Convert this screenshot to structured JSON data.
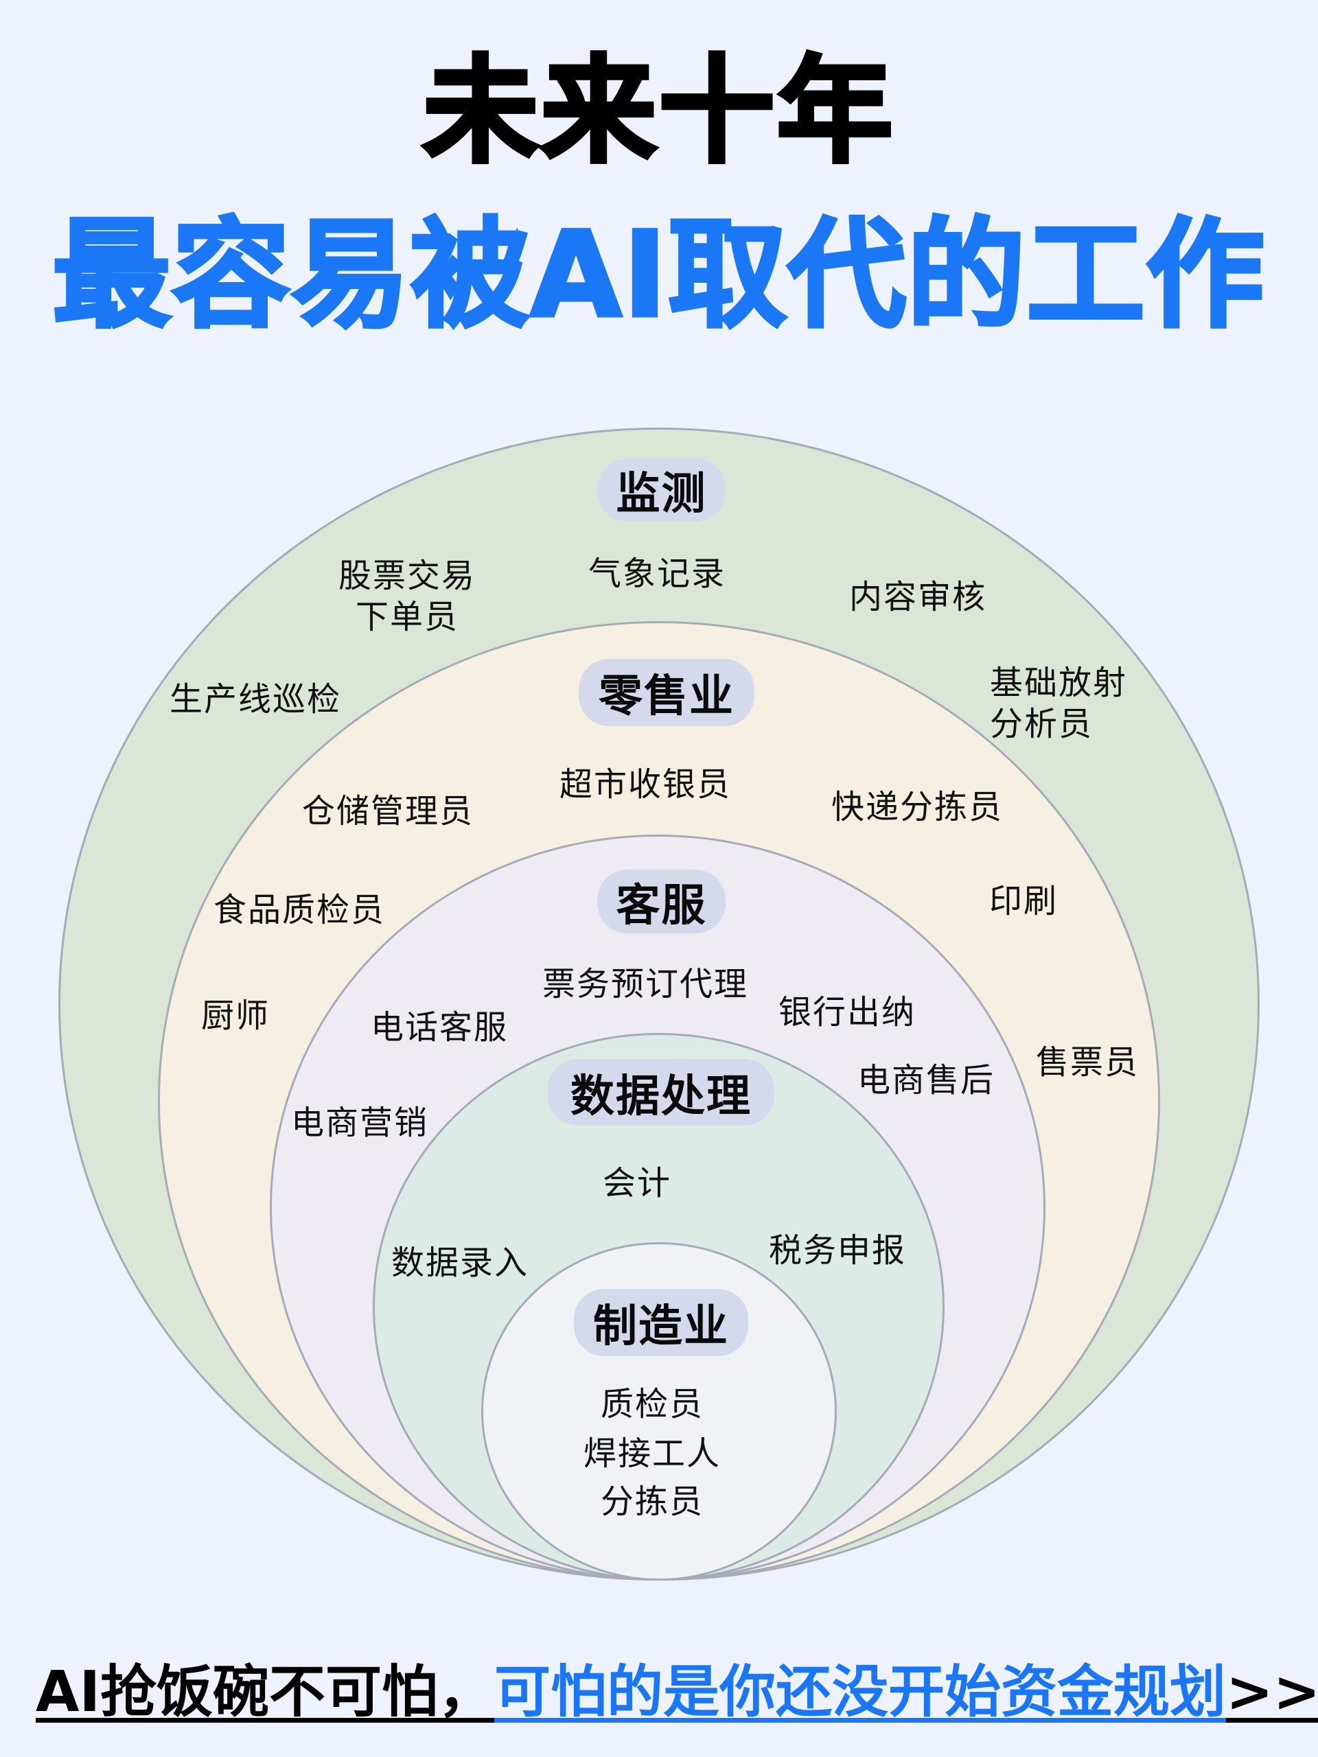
{
  "title": {
    "line1": "未来十年",
    "line2": "最容易被AI取代的工作"
  },
  "colors": {
    "background": "#eef2fc",
    "accent_blue": "#1a78f6",
    "pill": "#d4d9ec",
    "ring_border": "#a6abb8",
    "ring_monitoring": "#dce6d7",
    "ring_retail": "#f5f0e2",
    "ring_customer_service": "#eeebf3",
    "ring_data_processing": "#dcebe5",
    "ring_manufacturing": "#f1f2f6"
  },
  "diagram": {
    "rings": [
      {
        "category": "监测",
        "jobs": [
          "股票交易\n下单员",
          "气象记录",
          "内容审核",
          "生产线巡检",
          "基础放射\n分析员"
        ]
      },
      {
        "category": "零售业",
        "jobs": [
          "超市收银员",
          "仓储管理员",
          "快递分拣员",
          "食品质检员",
          "印刷",
          "厨师",
          "售票员"
        ]
      },
      {
        "category": "客服",
        "jobs": [
          "票务预订代理",
          "电话客服",
          "银行出纳",
          "电商售后",
          "电商营销"
        ]
      },
      {
        "category": "数据处理",
        "jobs": [
          "会计",
          "税务申报",
          "数据录入"
        ]
      },
      {
        "category": "制造业",
        "jobs": [
          "质检员",
          "焊接工人",
          "分拣员"
        ]
      }
    ]
  },
  "footer": {
    "part1": "AI抢饭碗不可怕，",
    "part2": "可怕的是你还没开始资金规划",
    "part3": ">>"
  }
}
